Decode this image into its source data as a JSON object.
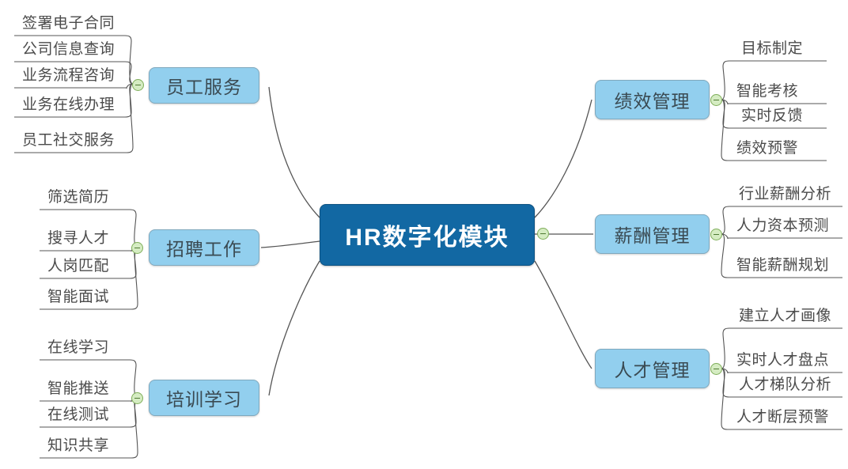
{
  "diagram": {
    "title": "HR数字化模块",
    "type": "mind-map",
    "colors": {
      "central_fill": "#1268a3",
      "central_text": "#ffffff",
      "branch_fill": "#92cfee",
      "branch_text": "#3a4a52",
      "leaf_text": "#4b4b4b",
      "connector": "#555555",
      "toggle_fill": "#d5ecc2",
      "toggle_border": "#7fae5a"
    },
    "center": {
      "label": "HR数字化模块"
    },
    "branches": [
      {
        "id": "employee-service",
        "label": "员工服务",
        "side": "left",
        "leaves": [
          "签署电子合同",
          "公司信息查询",
          "业务流程咨询",
          "业务在线办理",
          "员工社交服务"
        ]
      },
      {
        "id": "recruitment",
        "label": "招聘工作",
        "side": "left",
        "leaves": [
          "筛选简历",
          "搜寻人才",
          "人岗匹配",
          "智能面试"
        ]
      },
      {
        "id": "training",
        "label": "培训学习",
        "side": "left",
        "leaves": [
          "在线学习",
          "智能推送",
          "在线测试",
          "知识共享"
        ]
      },
      {
        "id": "performance",
        "label": "绩效管理",
        "side": "right",
        "leaves": [
          "目标制定",
          "智能考核",
          "实时反馈",
          "绩效预警"
        ]
      },
      {
        "id": "compensation",
        "label": "薪酬管理",
        "side": "right",
        "leaves": [
          "行业薪酬分析",
          "人力资本预测",
          "智能薪酬规划"
        ]
      },
      {
        "id": "talent",
        "label": "人才管理",
        "side": "right",
        "leaves": [
          "建立人才画像",
          "实时人才盘点",
          "人才梯队分析",
          "人才断层预警"
        ]
      }
    ]
  }
}
